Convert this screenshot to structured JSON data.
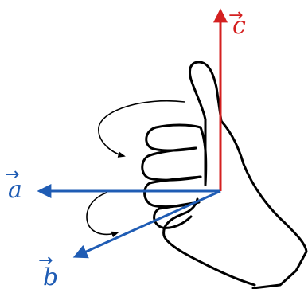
{
  "diagram": {
    "labels": {
      "a": "a",
      "b": "b",
      "c": "c"
    },
    "arrow_glyph": "→",
    "colors": {
      "vector_a": "#1f5cb4",
      "vector_b": "#1f5cb4",
      "vector_c": "#d42020",
      "hand": "#000000",
      "rotation_arrows": "#000000"
    }
  }
}
